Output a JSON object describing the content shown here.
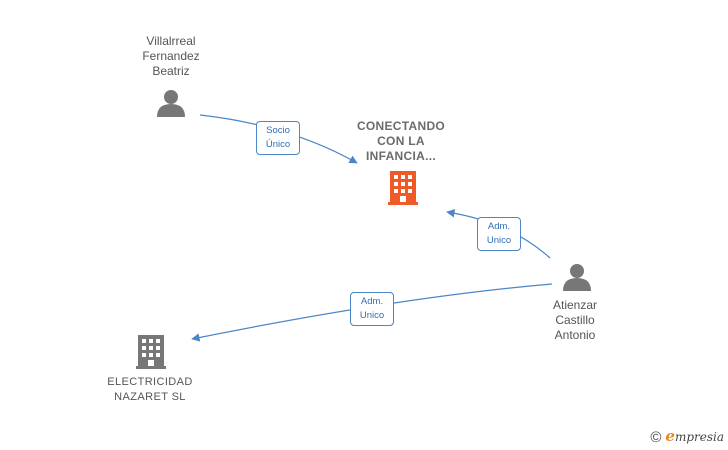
{
  "nodes": {
    "villalrreal": {
      "label": "Villalrreal\nFernandez\nBeatriz",
      "type": "person"
    },
    "conectando": {
      "label": "CONECTANDO\nCON LA\nINFANCIA...",
      "type": "company",
      "color": "#f05a28"
    },
    "atienzar": {
      "label": "Atienzar\nCastillo\nAntonio",
      "type": "person"
    },
    "electricidad": {
      "label": "ELECTRICIDAD\nNAZARET  SL",
      "type": "company",
      "color": "#777777"
    }
  },
  "edges": {
    "socio": {
      "line1": "Socio",
      "line2": "Único"
    },
    "adm1": {
      "line1": "Adm.",
      "line2": "Unico"
    },
    "adm2": {
      "line1": "Adm.",
      "line2": "Unico"
    }
  },
  "colors": {
    "edge": "#4a86c8",
    "person_icon": "#777777"
  },
  "brand": {
    "copyright": "©",
    "e": "e",
    "rest": "mpresia"
  }
}
